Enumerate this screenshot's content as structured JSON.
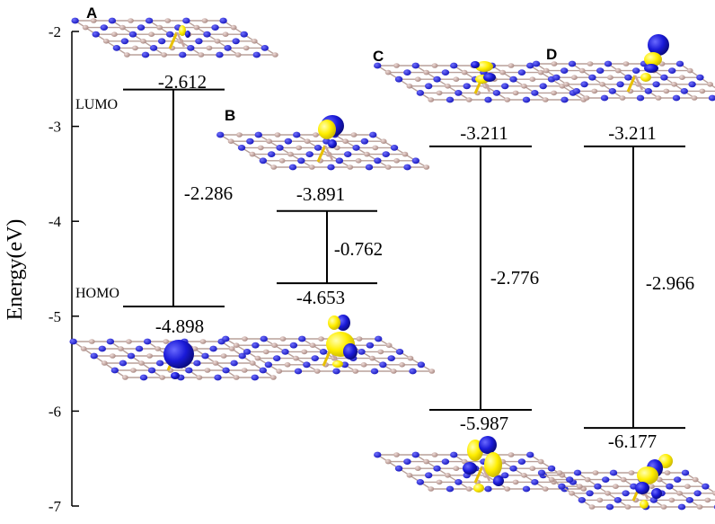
{
  "chart_data": {
    "type": "energy-level-diagram",
    "ylabel": "Energy(eV)",
    "ylim": [
      -7,
      -2
    ],
    "yticks": [
      "-2",
      "-3",
      "-4",
      "-5",
      "-6",
      "-7"
    ],
    "labels": {
      "lumo": "LUMO",
      "homo": "HOMO"
    },
    "systems": [
      {
        "panel": "A",
        "lumo": -2.612,
        "homo": -4.898,
        "lumo_label": "-2.612",
        "homo_label": "-4.898",
        "gap_label": "-2.286"
      },
      {
        "panel": "B",
        "lumo": -3.891,
        "homo": -4.653,
        "lumo_label": "-3.891",
        "homo_label": "-4.653",
        "gap_label": "-0.762"
      },
      {
        "panel": "C",
        "lumo": -3.211,
        "homo": -5.987,
        "lumo_label": "-3.211",
        "homo_label": "-5.987",
        "gap_label": "-2.776"
      },
      {
        "panel": "D",
        "lumo": -3.211,
        "homo": -6.177,
        "lumo_label": "-3.211",
        "homo_label": "-6.177",
        "gap_label": "-2.966"
      }
    ]
  },
  "colors": {
    "nitrogen": "#2222dd",
    "boron": "#c9a6a0",
    "orbital_positive": "#ffee00",
    "orbital_negative": "#1a1ad8",
    "line": "#000000"
  }
}
